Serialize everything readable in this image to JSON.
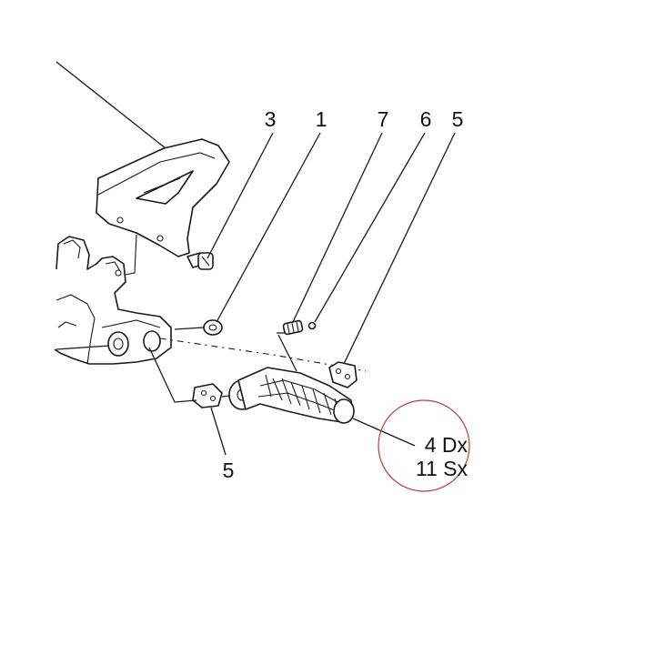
{
  "callouts": {
    "c3": "3",
    "c1": "1",
    "c7": "7",
    "c6": "6",
    "c5_top": "5",
    "c5_bottom": "5",
    "c4dx": "4 Dx",
    "c11sx": "11 Sx"
  },
  "colors": {
    "line": "#1a1a1a",
    "highlight_circle": "#c0393f",
    "background": "#ffffff"
  }
}
